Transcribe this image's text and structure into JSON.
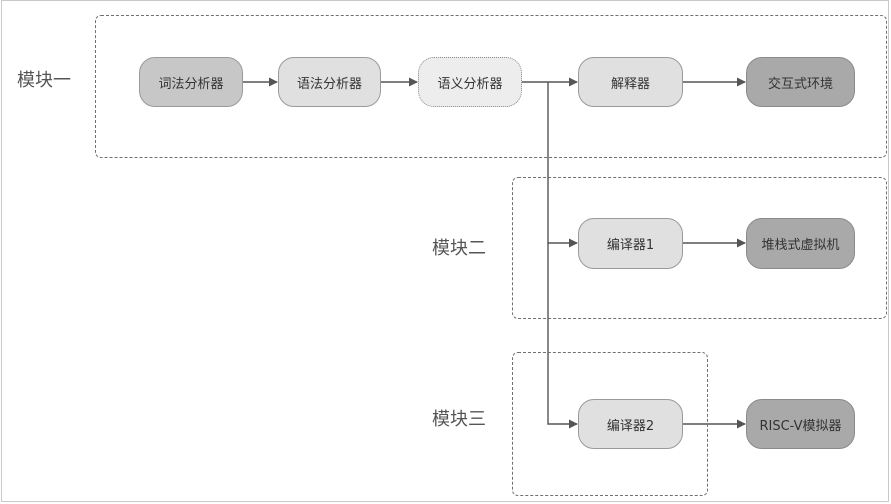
{
  "groups": [
    {
      "id": "g1",
      "label": "模块一"
    },
    {
      "id": "g2",
      "label": "模块二"
    },
    {
      "id": "g3",
      "label": "模块三"
    }
  ],
  "nodes": {
    "lexer": "词法分析器",
    "parser": "语法分析器",
    "semantic": "语义分析器",
    "interpreter": "解释器",
    "repl": "交互式环境",
    "compiler1": "编译器1",
    "stackvm": "堆栈式虚拟机",
    "compiler2": "编译器2",
    "riscv": "RISC-V模拟器"
  },
  "colors": {
    "light_node": "#e0e0e0",
    "mid_node": "#c7c7c7",
    "dark_node": "#a9a9a9",
    "edge": "#555555"
  }
}
